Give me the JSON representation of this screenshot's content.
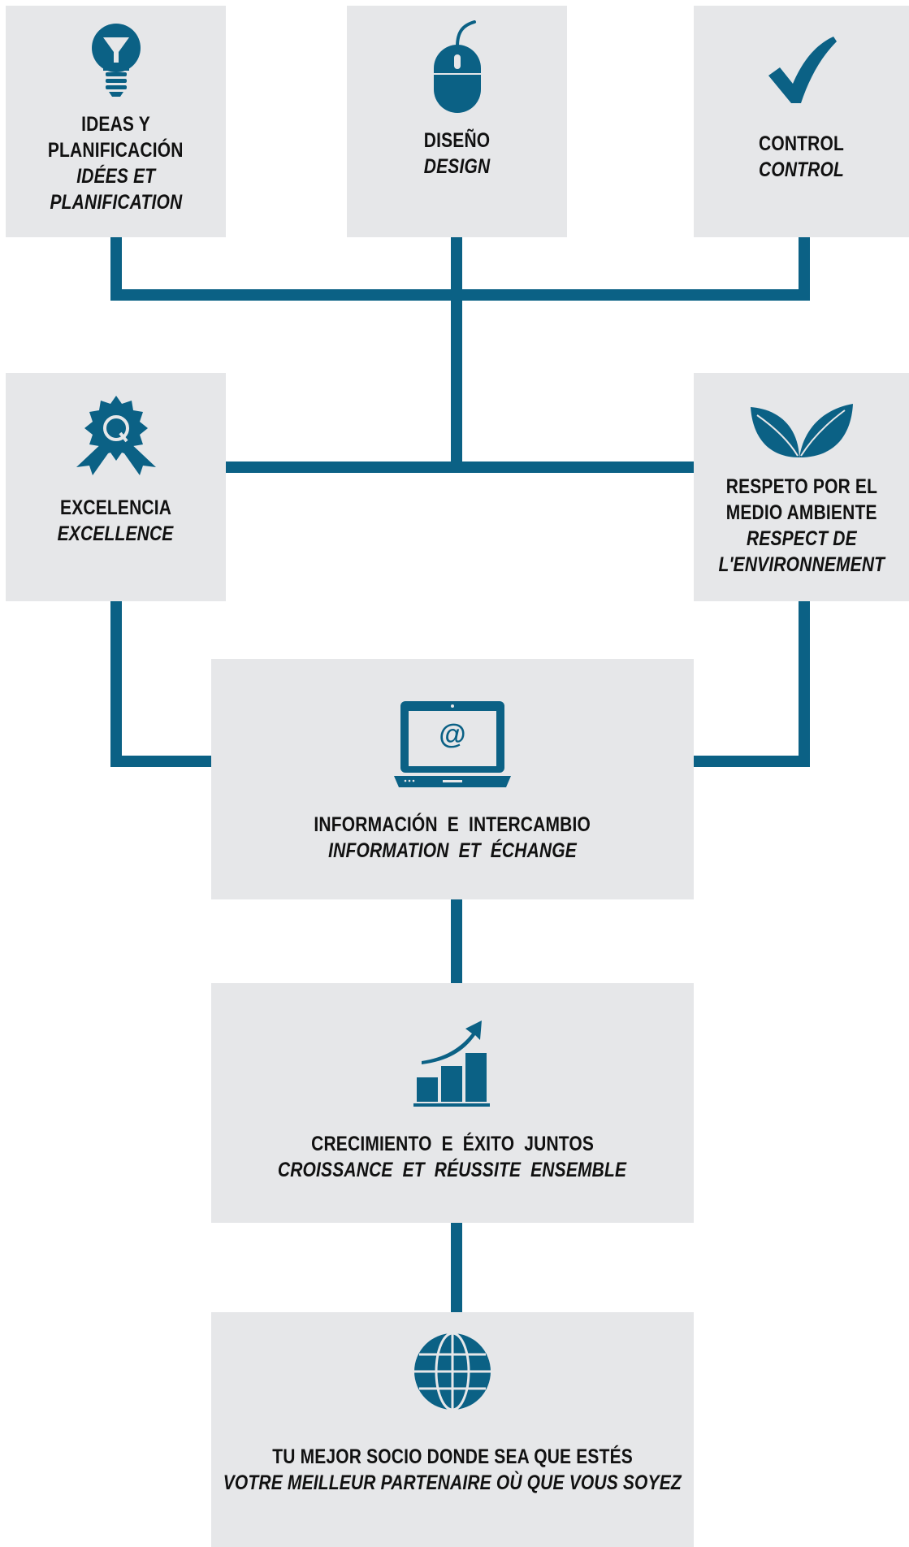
{
  "colors": {
    "accent": "#0b6185",
    "box_bg": "#e6e7e9",
    "text": "#111111"
  },
  "nodes": {
    "ideas": {
      "icon": "lightbulb-icon",
      "lines_es": [
        "IDEAS Y",
        "PLANIFICACIÓN"
      ],
      "lines_fr": [
        "IDÉES ET",
        "PLANIFICATION"
      ]
    },
    "design": {
      "icon": "mouse-icon",
      "es": "DISEÑO",
      "fr": "DESIGN"
    },
    "control": {
      "icon": "checkmark-icon",
      "es": "CONTROL",
      "fr": "CONTROL"
    },
    "excellence": {
      "icon": "quality-badge-icon",
      "es": "EXCELENCIA",
      "fr": "EXCELLENCE"
    },
    "environment": {
      "icon": "leaves-icon",
      "lines_es": [
        "RESPETO POR EL",
        "MEDIO AMBIENTE"
      ],
      "lines_fr": [
        "RESPECT DE",
        "L'ENVIRONNEMENT"
      ]
    },
    "information": {
      "icon": "laptop-email-icon",
      "es": "INFORMACIÓN  E  INTERCAMBIO",
      "fr": "INFORMATION  ET  ÉCHANGE"
    },
    "growth": {
      "icon": "growth-chart-icon",
      "es": "CRECIMIENTO  E  ÉXITO  JUNTOS",
      "fr": "CROISSANCE  ET  RÉUSSITE  ENSEMBLE"
    },
    "partner": {
      "icon": "globe-icon",
      "es": "TU MEJOR SOCIO DONDE SEA QUE ESTÉS",
      "fr": "VOTRE MEILLEUR PARTENAIRE OÙ QUE VOUS SOYEZ"
    }
  }
}
